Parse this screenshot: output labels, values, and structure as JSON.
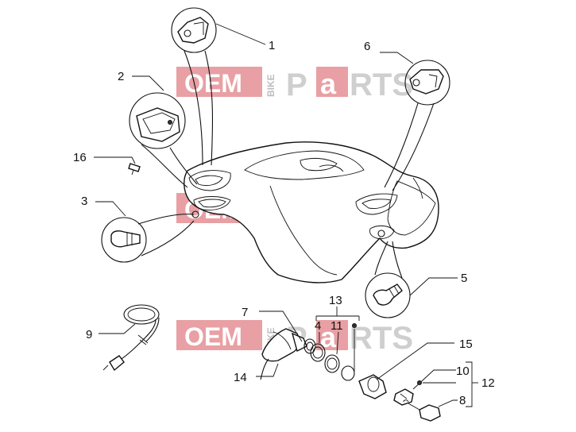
{
  "watermark": {
    "left_word": "OEM",
    "vertical_word": "BIKE",
    "right_word_a": "P",
    "right_word_b": "a",
    "right_word_c": "RTS"
  },
  "labels": [
    {
      "id": "1",
      "text": "1"
    },
    {
      "id": "2",
      "text": "2"
    },
    {
      "id": "3",
      "text": "3"
    },
    {
      "id": "4",
      "text": "4"
    },
    {
      "id": "5",
      "text": "5"
    },
    {
      "id": "6",
      "text": "6"
    },
    {
      "id": "7",
      "text": "7"
    },
    {
      "id": "8",
      "text": "8"
    },
    {
      "id": "9",
      "text": "9"
    },
    {
      "id": "10",
      "text": "10"
    },
    {
      "id": "11",
      "text": "11"
    },
    {
      "id": "12",
      "text": "12"
    },
    {
      "id": "13",
      "text": "13"
    },
    {
      "id": "14",
      "text": "14"
    },
    {
      "id": "15",
      "text": "15"
    },
    {
      "id": "16",
      "text": "16"
    }
  ]
}
